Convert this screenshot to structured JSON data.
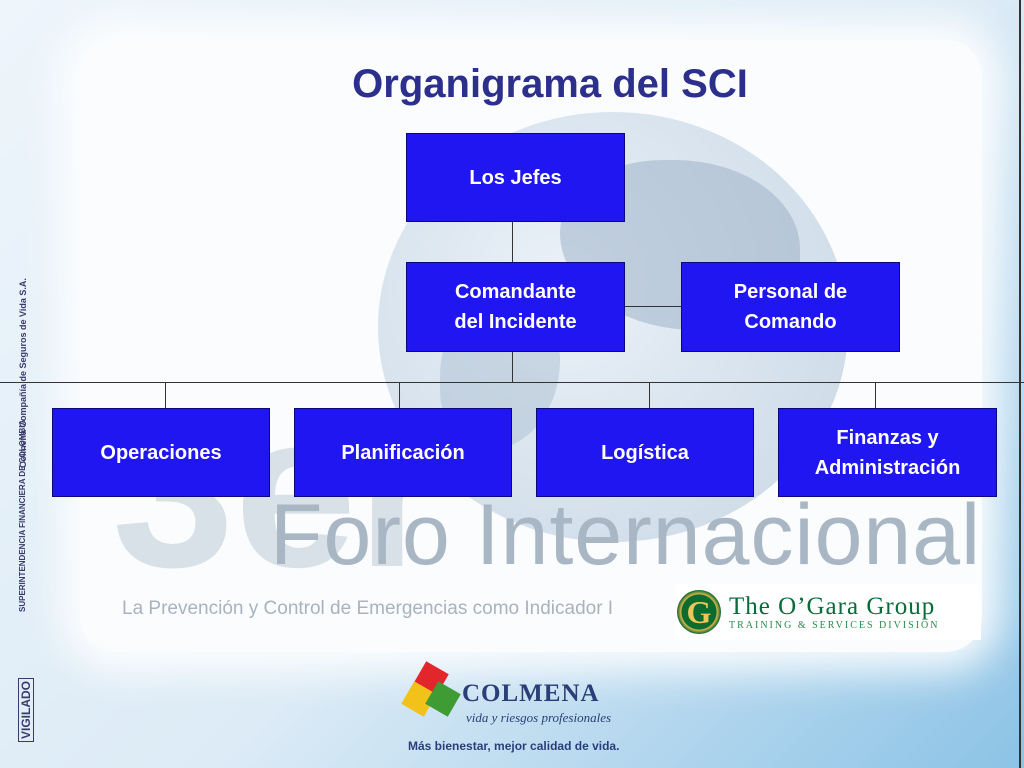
{
  "title": "Organigrama del SCI",
  "boxes": {
    "jefes": "Los Jefes",
    "comandante": [
      "Comandante",
      "del Incidente"
    ],
    "personal": [
      "Personal de",
      "Comando"
    ],
    "operaciones": "Operaciones",
    "planificacion": "Planificación",
    "logistica": "Logística",
    "finanzas": [
      "Finanzas y",
      "Administración"
    ]
  },
  "watermark": {
    "big": "3er",
    "foro": "Foro Internacional",
    "subtitle": "La Prevención y Control de Emergencias como Indicador I"
  },
  "sidebar": {
    "colmena_cia": "Colmena Compañía de Seguros de Vida S.A.",
    "superintendencia": "SUPERINTENDENCIA FINANCIERA DE COLOMBIA",
    "vigilado": "VIGILADO"
  },
  "ogara": {
    "logo_letter": "G",
    "name": "The O’Gara Group",
    "division": "TRAINING & SERVICES DIVISION"
  },
  "colmena": {
    "name": "COLMENA",
    "tagline": "vida y riesgos profesionales",
    "slogan": "Más bienestar, mejor calidad de vida."
  },
  "colors": {
    "box_fill": "#1f16f2",
    "title": "#2c2f8c",
    "ogara_green": "#0b6a3a",
    "colmena_blue": "#2a3e78"
  }
}
